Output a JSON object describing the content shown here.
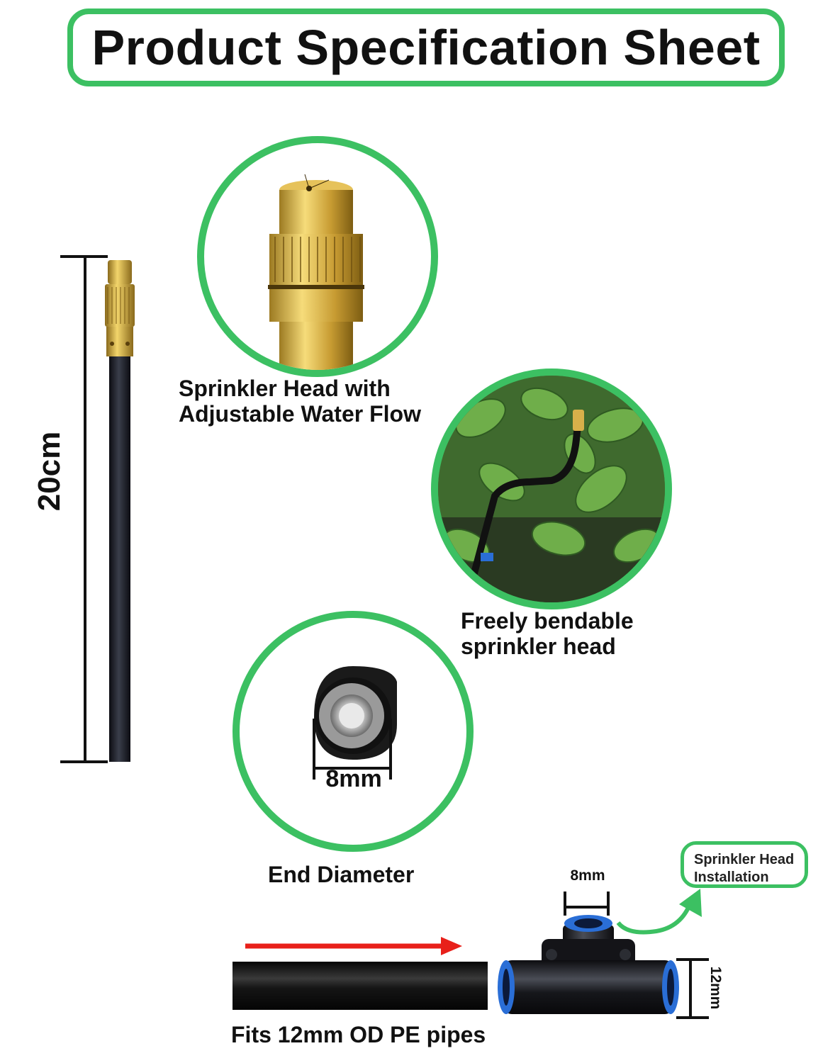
{
  "title": "Product Specification Sheet",
  "labels": {
    "length": "20cm",
    "head_line1": "Sprinkler Head with",
    "head_line2": "Adjustable Water Flow",
    "bend_line1": "Freely bendable",
    "bend_line2": "sprinkler head",
    "end_diameter_value": "8mm",
    "end_diameter": "End Diameter",
    "callout_line1": "Sprinkler Head",
    "callout_line2": "Installation",
    "tee_top": "8mm",
    "tee_side": "12mm",
    "pipe_fit": "Fits 12mm OD PE pipes"
  },
  "colors": {
    "accent_green": "#3cc062",
    "arrow_red": "#e8201a",
    "brass": "#c9a23a",
    "fitting_blue": "#2a6ed6"
  }
}
